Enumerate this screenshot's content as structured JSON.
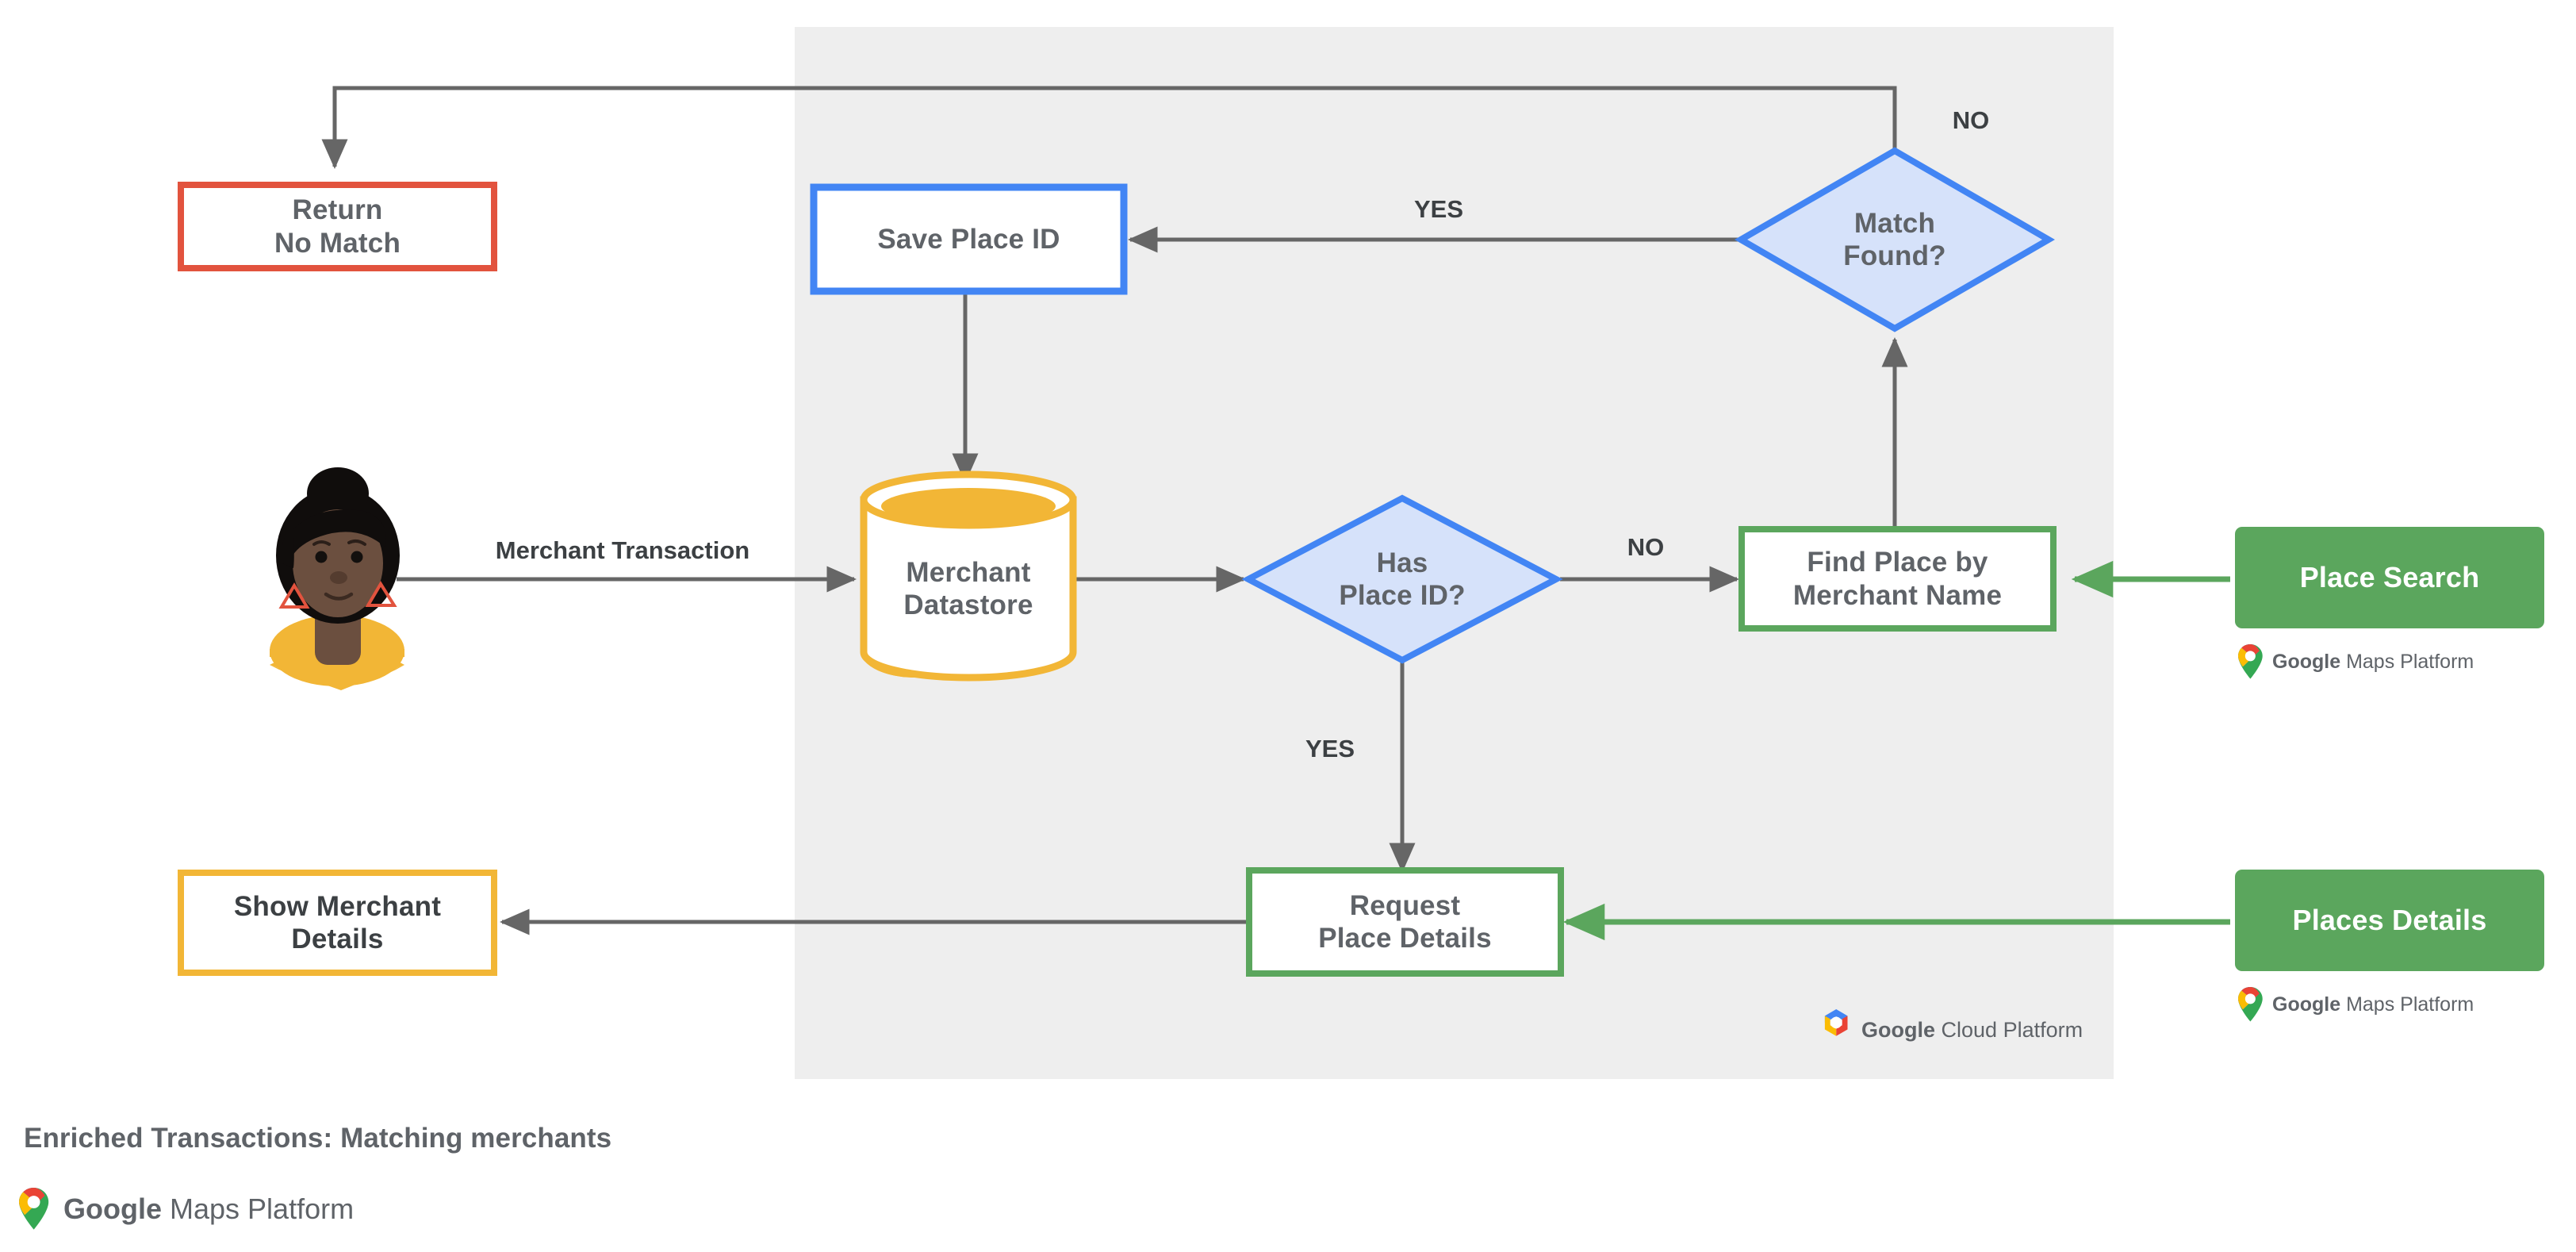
{
  "diagram": {
    "caption": "Enriched Transactions: Matching merchants",
    "panel_label": "google-cloud-platform-region",
    "colors": {
      "panel_bg": "#eeeeee",
      "page_bg": "#ffffff",
      "line": "#666666",
      "blue": "#4285f4",
      "blue_fill": "#d6e2fa",
      "green": "#5ba65d",
      "yellow": "#f2b636",
      "red": "#e2533e",
      "text": "#5f6368",
      "text_dark": "#3c4043"
    },
    "nodes": [
      {
        "id": "return-no-match",
        "label": "Return\nNo Match",
        "line1": "Return",
        "line2": "No Match",
        "shape": "rect",
        "style": "red-outline"
      },
      {
        "id": "save-place-id",
        "label": "Save Place ID",
        "line1": "Save Place ID",
        "line2": "",
        "shape": "rect",
        "style": "blue-outline"
      },
      {
        "id": "match-found",
        "label": "Match\nFound?",
        "line1": "Match",
        "line2": "Found?",
        "shape": "diamond",
        "style": "blue-fill"
      },
      {
        "id": "merchant-datastore",
        "label": "Merchant\nDatastore",
        "line1": "Merchant",
        "line2": "Datastore",
        "shape": "cylinder",
        "style": "yellow-outline"
      },
      {
        "id": "has-place-id",
        "label": "Has\nPlace ID?",
        "line1": "Has",
        "line2": "Place ID?",
        "shape": "diamond",
        "style": "blue-fill"
      },
      {
        "id": "find-place",
        "label": "Find Place by\nMerchant Name",
        "line1": "Find Place by",
        "line2": "Merchant Name",
        "shape": "rect",
        "style": "green-outline"
      },
      {
        "id": "request-details",
        "label": "Request\nPlace Details",
        "line1": "Request",
        "line2": "Place Details",
        "shape": "rect",
        "style": "green-outline"
      },
      {
        "id": "show-merchant",
        "label": "Show Merchant\nDetails",
        "line1": "Show Merchant",
        "line2": "Details",
        "shape": "rect",
        "style": "yellow-outline"
      },
      {
        "id": "place-search",
        "label": "Place Search",
        "line1": "Place Search",
        "line2": "",
        "shape": "rounded",
        "style": "green-filled"
      },
      {
        "id": "places-details",
        "label": "Places Details",
        "line1": "Places Details",
        "line2": "",
        "shape": "rounded",
        "style": "green-filled"
      }
    ],
    "edge_labels": [
      {
        "id": "merchant-transaction",
        "text": "Merchant Transaction"
      },
      {
        "id": "yes-match-found",
        "text": "YES"
      },
      {
        "id": "no-match-found",
        "text": "NO"
      },
      {
        "id": "no-has-place-id",
        "text": "NO"
      },
      {
        "id": "yes-has-place-id",
        "text": "YES"
      }
    ],
    "actor": {
      "id": "merchant-user-avatar",
      "label": "merchant user avatar"
    },
    "brands": {
      "maps_platform_word1": "Google",
      "maps_platform_word2": "Maps Platform",
      "cloud_word1": "Google",
      "cloud_word2": "Cloud Platform"
    }
  }
}
